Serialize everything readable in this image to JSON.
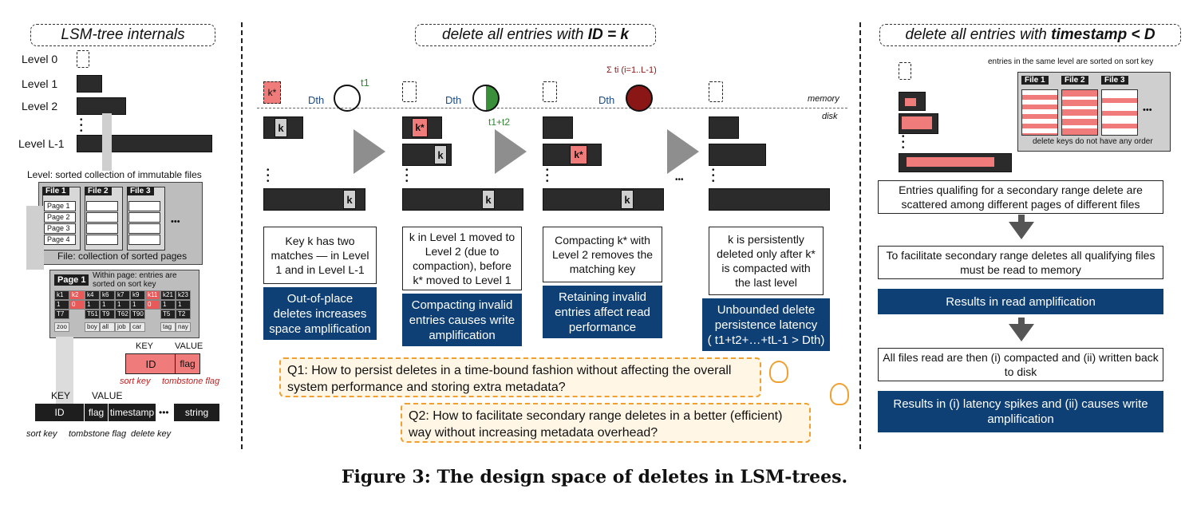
{
  "left": {
    "title": "LSM-tree internals",
    "levels": [
      "Level 0",
      "Level 1",
      "Level 2",
      "Level L-1"
    ],
    "level_desc": "Level: sorted collection of immutable files",
    "files": [
      "File 1",
      "File 2",
      "File 3"
    ],
    "pages": [
      "Page 1",
      "Page 2",
      "Page 3",
      "Page 4"
    ],
    "ellipsis": "•••",
    "file_desc": "File: collection of sorted pages",
    "page_hdr": "Page 1",
    "page_desc": "Within page: entries are sorted on sort key",
    "grid_keys": [
      "k1",
      "k2",
      "k4",
      "k6",
      "k7",
      "k9",
      "k11",
      "k21",
      "k23"
    ],
    "grid_flags": [
      "1",
      "0",
      "1",
      "1",
      "1",
      "1",
      "0",
      "1",
      "1"
    ],
    "grid_ts": [
      "T7",
      "T51",
      "T9",
      "T62",
      "T90",
      "T5",
      "T2"
    ],
    "grid_vals": [
      "zoo",
      "boy",
      "all",
      "job",
      "car",
      "tag",
      "nay"
    ],
    "kv_key": "KEY",
    "kv_value": "VALUE",
    "kv_id": "ID",
    "kv_flag": "flag",
    "sort_key": "sort key",
    "tombstone_flag": "tombstone flag",
    "entry_key": "KEY",
    "entry_value": "VALUE",
    "entry_cells": [
      "ID",
      "flag",
      "timestamp",
      "•••",
      "string"
    ],
    "entry_labels": [
      "sort key",
      "tombstone flag",
      "delete key"
    ]
  },
  "middle": {
    "title_pre": "delete all entries with ",
    "title_bold": "ID = k",
    "memory": "memory",
    "disk": "disk",
    "k": "k",
    "kstar": "k*",
    "dth": "Dth",
    "t1": "t1",
    "t1t2": "t1+t2",
    "sum_label": "Σ ti (i=1..L-1)",
    "ellipsis": "•••",
    "descs": [
      "Key k has two matches — in Level 1 and in Level L-1",
      "k in Level 1 moved to Level 2 (due to compaction), before k* moved to Level 1",
      "Compacting k* with Level 2 removes the matching key",
      "k is persistently deleted only after k* is compacted with the last level"
    ],
    "effects": [
      "Out-of-place deletes increases space amplification",
      "Compacting invalid entries causes write amplification",
      "Retaining invalid entries affect read performance",
      "Unbounded delete persistence latency"
    ],
    "latency_formula": "( t1+t2+…+tL-1 > Dth)",
    "q1": "Q1: How to persist deletes in a time-bound fashion without affecting the overall system performance and storing extra metadata?",
    "q2": "Q2: How to facilitate secondary range deletes in a better (efficient) way without increasing metadata overhead?"
  },
  "right": {
    "title_pre": "delete all entries with ",
    "title_bold": "timestamp < D",
    "note_top": "entries in the same level are sorted on sort key",
    "files": [
      "File 1",
      "File 2",
      "File 3"
    ],
    "note_bottom": "delete keys do not have any order",
    "ellipsis": "•••",
    "step1": "Entries qualifing for a secondary range delete are scattered among different pages of different files",
    "step2": "To facilitate secondary range deletes all qualifying files must be read to memory",
    "result1": "Results in read amplification",
    "step3": "All files read are then (i) compacted and (ii) written back to disk",
    "result2": "Results in (i) latency spikes and (ii) causes write amplification"
  },
  "caption": "Figure 3: The design space of deletes in LSM-trees.",
  "colors": {
    "navy": "#0e3f75",
    "red": "#f07b7b",
    "orange": "#f0a030"
  }
}
